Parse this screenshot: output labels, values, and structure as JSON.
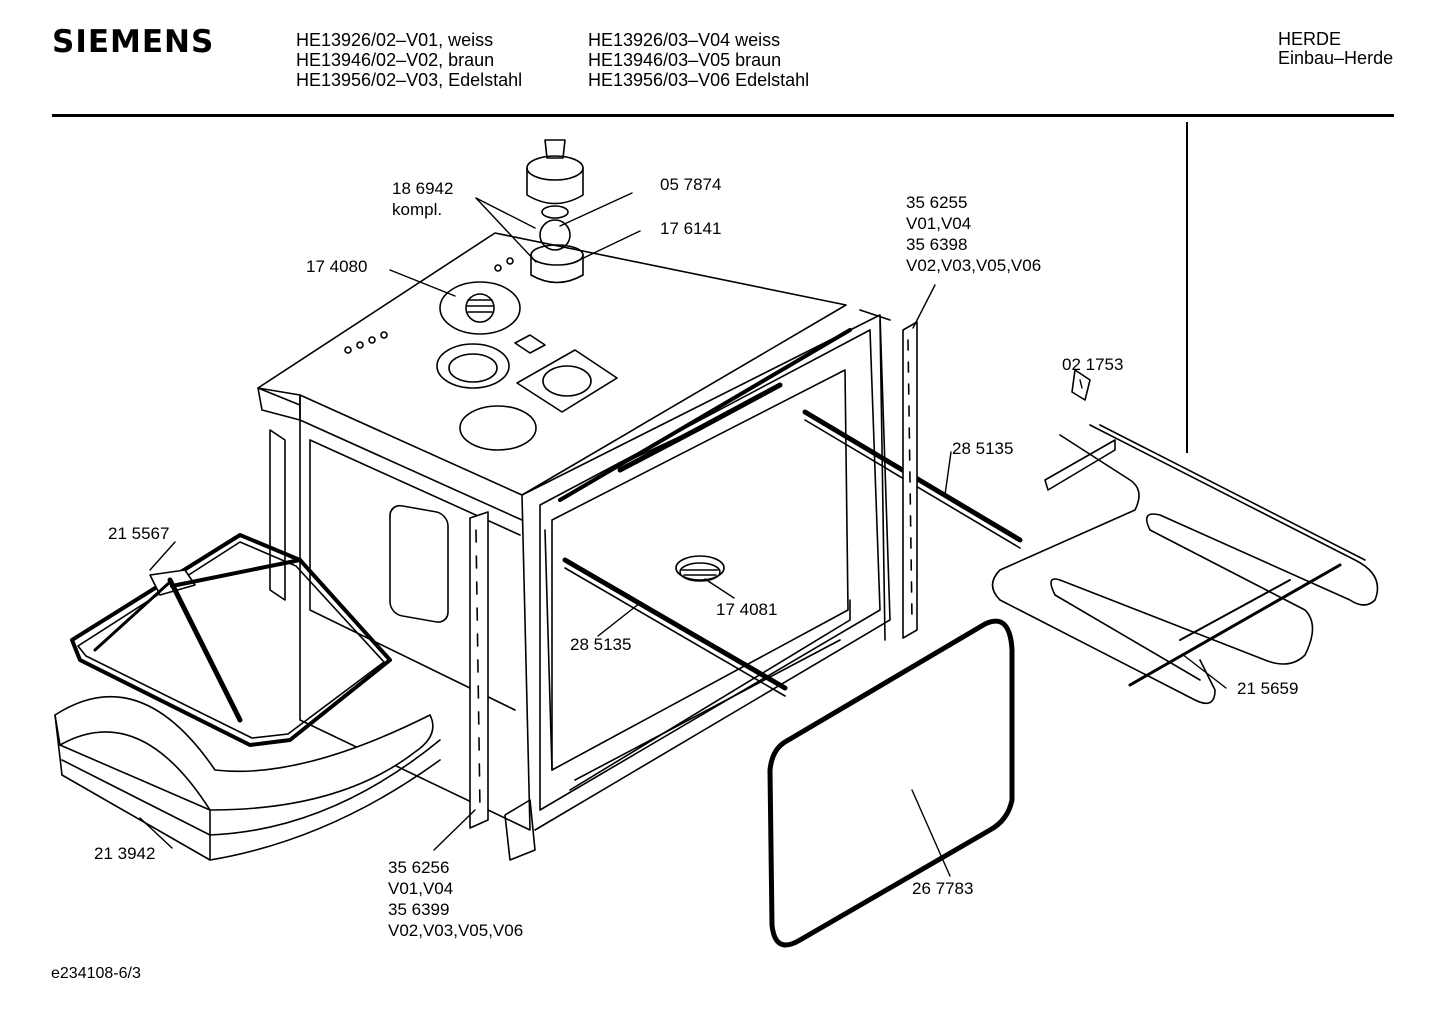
{
  "header": {
    "brand": "SIEMENS",
    "models_col1": [
      "HE13926/02–V01, weiss",
      "HE13946/02–V02, braun",
      "HE13956/02–V03, Edelstahl"
    ],
    "models_col2": [
      "HE13926/03–V04 weiss",
      "HE13946/03–V05 braun",
      "HE13956/03–V06 Edelstahl"
    ],
    "category_1": "HERDE",
    "category_2": "Einbau–Herde"
  },
  "parts": {
    "p186942": [
      "18 6942",
      "kompl."
    ],
    "p057874": "05 7874",
    "p176141": "17 6141",
    "p174080": "17 4080",
    "p356255": [
      "35 6255",
      "V01,V04",
      "35 6398",
      "V02,V03,V05,V06"
    ],
    "p021753": "02 1753",
    "p285135_right": "28 5135",
    "p215567": "21 5567",
    "p174081": "17 4081",
    "p285135_left": "28 5135",
    "p215659": "21 5659",
    "p213942": "21 3942",
    "p356256": [
      "35 6256",
      "V01,V04",
      "35 6399",
      "V02,V03,V05,V06"
    ],
    "p267783": "26 7783"
  },
  "footer": {
    "code": "e234108-6/3"
  }
}
